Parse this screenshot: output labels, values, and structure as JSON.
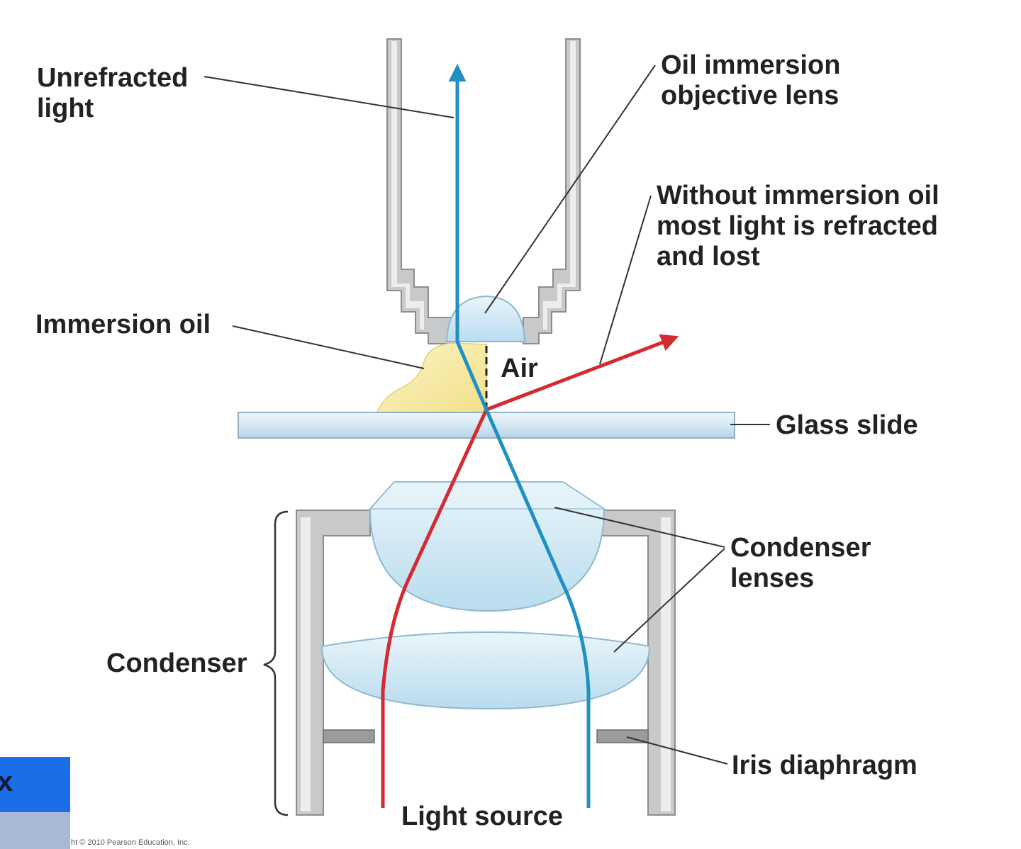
{
  "labels": {
    "unrefracted_light": [
      "Unrefracted",
      "light"
    ],
    "oil_immersion_objective_lens": [
      "Oil immersion",
      "objective lens"
    ],
    "without_immersion_oil": [
      "Without immersion oil",
      "most light is refracted",
      "and lost"
    ],
    "immersion_oil": "Immersion oil",
    "air": "Air",
    "glass_slide": "Glass slide",
    "condenser_lenses": [
      "Condenser",
      "lenses"
    ],
    "condenser": "Condenser",
    "iris_diaphragm": "Iris diaphragm",
    "light_source": "Light source"
  },
  "overlay": {
    "button_text": "x"
  },
  "credit": "ht © 2010 Pearson Education, Inc.",
  "colors": {
    "refracted_ray": "#d42a30",
    "unrefracted_ray": "#1f8fc4",
    "immersion_oil": "#f7eca0",
    "glass": "#cde6f2",
    "tube": "#c8c9cb",
    "overlay_button": "#1c6de8",
    "overlay_panel": "#a9b8d6"
  }
}
